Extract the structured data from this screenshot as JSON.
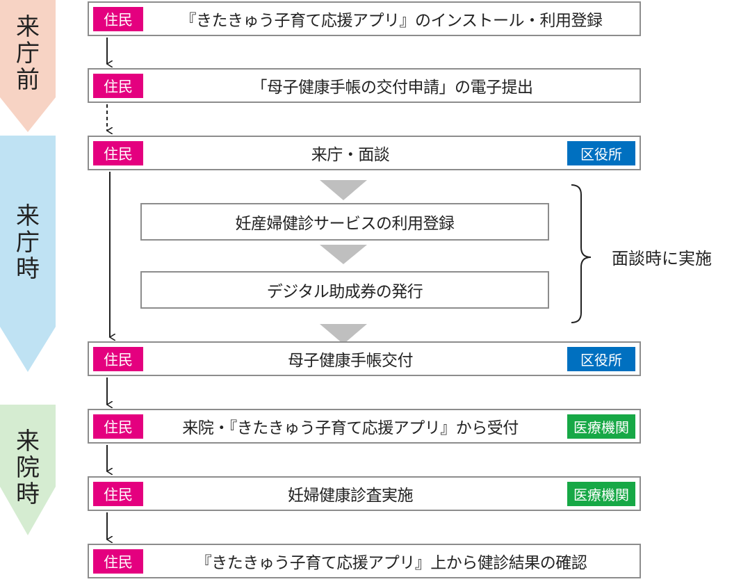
{
  "phases": [
    {
      "label": "来\n庁\n前",
      "color": "#f7d3c4"
    },
    {
      "label": "来\n庁\n時",
      "color": "#bfe2f3"
    },
    {
      "label": "来\n院\n時",
      "color": "#d5ecd1"
    }
  ],
  "steps": [
    {
      "actor": "住民",
      "text": "『きたきゅう子育て応援アプリ』のインストール・利用登録",
      "org": ""
    },
    {
      "actor": "住民",
      "text": "「母子健康手帳の交付申請」の電子提出",
      "org": ""
    },
    {
      "actor": "住民",
      "text": "来庁・面談",
      "org": "区役所"
    },
    {
      "actor": "住民",
      "text": "母子健康手帳交付",
      "org": "区役所"
    },
    {
      "actor": "住民",
      "text": "来院・『きたきゅう子育て応援アプリ』から受付",
      "org": "医療機関"
    },
    {
      "actor": "住民",
      "text": "妊婦健康診査実施",
      "org": "医療機関"
    },
    {
      "actor": "住民",
      "text": "『きたきゅう子育て応援アプリ』上から健診結果の確認",
      "org": ""
    }
  ],
  "substeps": [
    {
      "text": "妊産婦健診サービスの利用登録"
    },
    {
      "text": "デジタル助成券の発行"
    }
  ],
  "brace_label": "面談時に実施",
  "colors": {
    "resident": "#e4007f",
    "ward_office": "#0070c0",
    "medical": "#17a846",
    "border": "#8c8c8c",
    "triangle": "#bfbfbf"
  }
}
